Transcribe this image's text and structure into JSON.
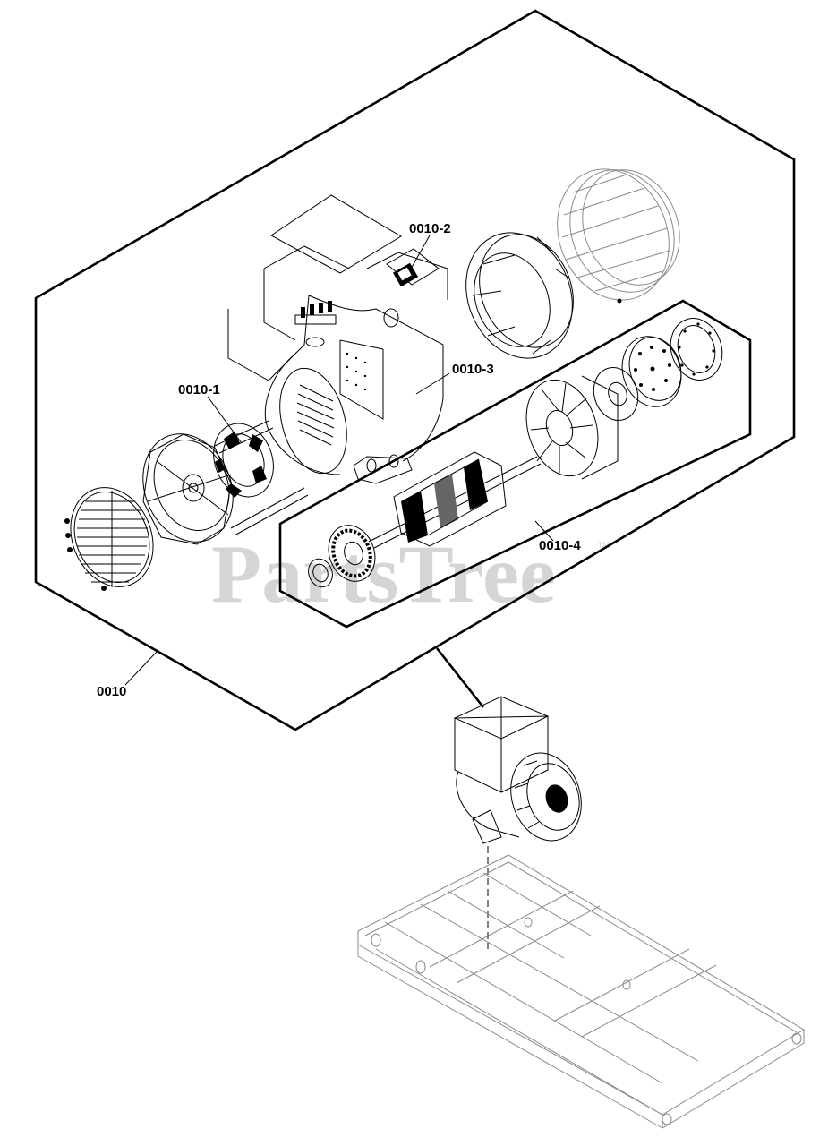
{
  "callouts": {
    "main_assembly": "0010",
    "part_1": "0010-1",
    "part_2": "0010-2",
    "part_3": "0010-3",
    "part_4": "0010-4"
  },
  "watermark": {
    "text": "PartsTree",
    "trademark": "TM"
  },
  "colors": {
    "line": "#000000",
    "frame_line": "#8a8a8a",
    "background": "#ffffff"
  }
}
